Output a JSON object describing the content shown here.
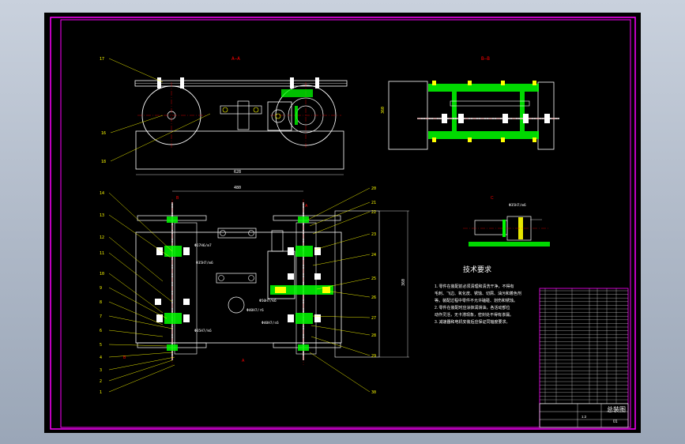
{
  "drawing": {
    "background": "#000000",
    "frame_color": "#ff00ff",
    "colors": {
      "outline": "#ffffff",
      "parts": "#ffff00",
      "hatch": "#00ff00",
      "center": "#ff0000",
      "leader": "#ffff00",
      "table_text": "#ffffff"
    }
  },
  "views": {
    "top_view_title": "A—A",
    "right_view_title": "B—B",
    "detail_title": "C",
    "dim_top_width": "628",
    "dim_plan_width": "480",
    "dim_side_height": "360"
  },
  "notes": {
    "heading": "技术要求",
    "lines": [
      "1. 零件在装配前必须清理和清洗干净，不得有",
      "毛刺、飞边、氧化皮、锈蚀、切屑、油污和着色剂",
      "等。装配过程中零件不允许磕碰、划伤和锈蚀。",
      "2. 零件在装配时应涂抹润滑油，各活动部位",
      "动作灵活，无卡滞现象，密封处不得有渗漏。",
      "3. 减速器和电机安装后应保证同轴度要求。"
    ]
  },
  "annotations": {
    "fit_1": "Φ17H6/m7",
    "fit_2": "Φ35H7/m6",
    "fit_3": "Φ40H7/r6",
    "fit_4": "Φ50H7/k6",
    "fit_5": "Φ40H7/s6",
    "fit_6": "Φ35H7/k6",
    "detail_fit": "Φ35H7/m6"
  },
  "balloons_left": [
    "17",
    "16",
    "18",
    "14",
    "13",
    "12",
    "11",
    "10",
    "9",
    "8",
    "7",
    "6",
    "5",
    "4",
    "3",
    "2",
    "1"
  ],
  "balloons_right": [
    "20",
    "21",
    "22",
    "23",
    "24",
    "25",
    "26",
    "27",
    "28",
    "29",
    "30"
  ],
  "title_block": {
    "name": "总装图",
    "scale": "1:2",
    "sheet": "01"
  }
}
